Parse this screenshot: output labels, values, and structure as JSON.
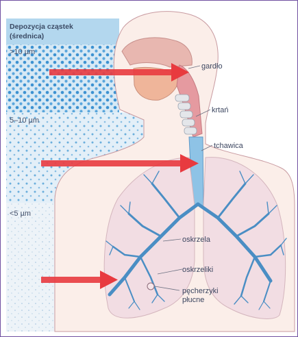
{
  "header": {
    "line1": "Depozycja cząstek",
    "line2": "(średnica)"
  },
  "zones": [
    {
      "label": ">10 µm",
      "color": "#4f9fd6"
    },
    {
      "label": "5–10 µm",
      "color": "#78b4de"
    },
    {
      "label": "<5 µm",
      "color": "#a8c6e0"
    }
  ],
  "labels": {
    "pharynx": "gardło",
    "larynx": "krtań",
    "trachea": "tchawica",
    "bronchi": "oskrzela",
    "bronchioles": "oskrzeliki",
    "alveoli_1": "pęcherzyki",
    "alveoli_2": "płucne"
  },
  "colors": {
    "arrow": "#e83a3f",
    "airway": "#4a8ec4",
    "lung_fill": "#f2dde3",
    "body_fill": "#fbeee9",
    "outline": "#c89aa0",
    "header_bg": "#b3d7ee",
    "frame": "#6f4fa0"
  }
}
